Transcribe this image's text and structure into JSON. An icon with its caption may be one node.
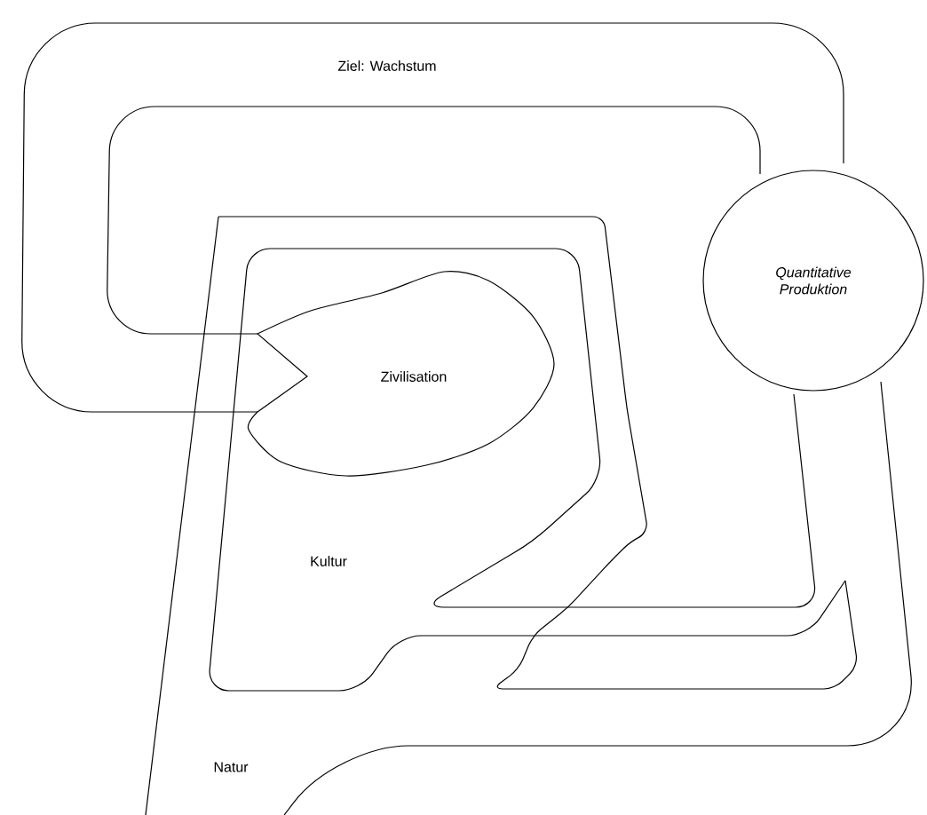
{
  "diagram": {
    "nodes": [
      {
        "text": [
          "Ziel: Wachstum"
        ]
      },
      {
        "text": [
          "Quantitative Produktion"
        ]
      },
      {
        "text": [
          "Zivilisation"
        ],
        "in": 3
      },
      {
        "text": [
          "Kultur"
        ],
        "in": 4
      },
      {
        "text": [
          "Natur"
        ]
      }
    ]
  }
}
